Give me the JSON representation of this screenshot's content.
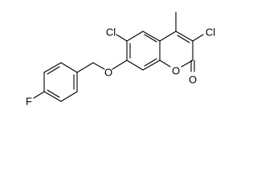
{
  "molecule": {
    "atoms": {
      "cl_top": "Cl",
      "cl_right": "Cl",
      "ether_o": "O",
      "ring_o": "O",
      "carbonyl_o": "O",
      "fluorine": "F"
    },
    "colors": {
      "bond": "#000000",
      "label": "#000000",
      "background": "#ffffff"
    }
  }
}
